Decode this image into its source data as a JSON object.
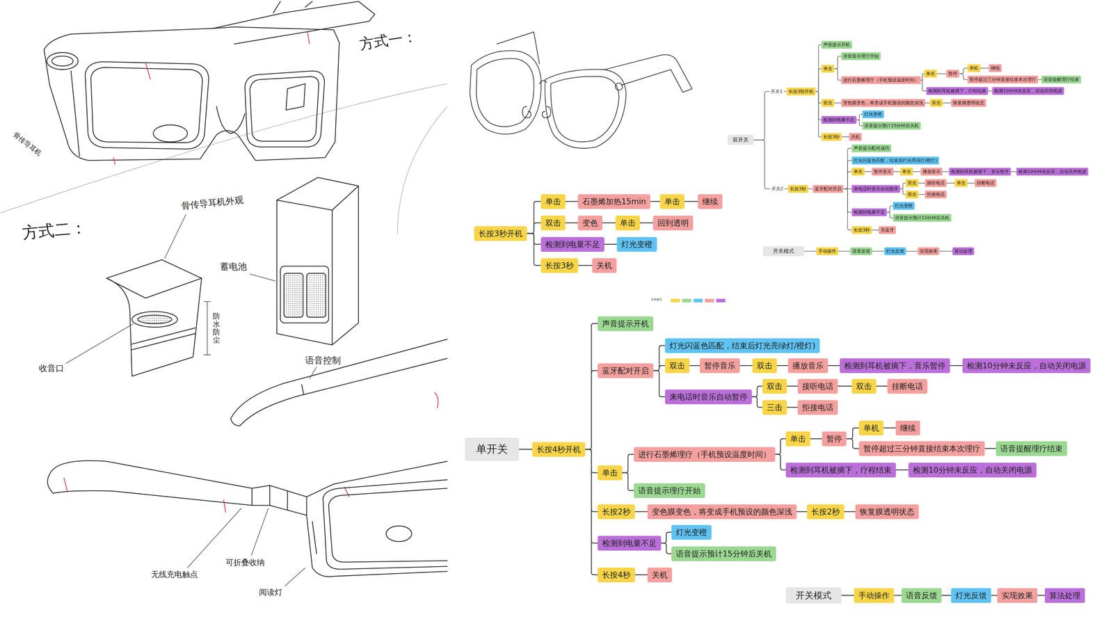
{
  "diagram": {
    "nodes": [
      {
        "text": [
          "双开关"
        ]
      },
      {
        "text": [
          "长按3秒开机"
        ]
      },
      {
        "text": [
          "声音提示开机"
        ]
      },
      {
        "text": [
          "单击"
        ]
      },
      {
        "text": [
          "语音提示理疗开始"
        ]
      },
      {
        "text": [
          "进行石墨烯理疗（手机预设温度时间）"
        ]
      },
      {
        "text": [
          "单击"
        ]
      },
      {
        "text": [
          "暂停"
        ]
      },
      {
        "text": [
          "单机"
        ]
      },
      {
        "text": [
          "继续"
        ]
      },
      {
        "text": [
          "暂停超过三分钟直接结束本次理疗"
        ]
      },
      {
        "text": [
          "语音提醒理疗结束"
        ]
      },
      {
        "text": [
          "检测到耳机被摘下，疗程结束"
        ]
      },
      {
        "text": [
          "检测10分钟未反应，自动关闭电源"
        ]
      },
      {
        "text": [
          "双击"
        ]
      },
      {
        "text": [
          "变色膜变色，将变成手机预设的颜色深浅"
        ]
      },
      {
        "text": [
          "双击"
        ]
      },
      {
        "text": [
          "恢复膜透明状态"
        ]
      },
      {
        "text": [
          "检测到电量不足"
        ]
      },
      {
        "text": [
          "灯光变橙"
        ]
      },
      {
        "text": [
          "语音提示预计15分钟后关机"
        ]
      },
      {
        "text": [
          "长按3秒"
        ]
      },
      {
        "text": [
          "关机"
        ]
      },
      {
        "text": [
          "长按3秒"
        ]
      },
      {
        "text": [
          "蓝牙配对开启"
        ]
      },
      {
        "text": [
          "声音提示配对成功"
        ]
      },
      {
        "text": [
          "灯光闪蓝色匹配，结束后灯光亮绿灯/橙灯)"
        ]
      },
      {
        "text": [
          "单击"
        ]
      },
      {
        "text": [
          "暂停音乐"
        ]
      },
      {
        "text": [
          "单击"
        ]
      },
      {
        "text": [
          "播放音乐"
        ]
      },
      {
        "text": [
          "检测到耳机被摘下，音乐暂停"
        ]
      },
      {
        "text": [
          "检测10分钟未反应，自动关闭电源"
        ]
      },
      {
        "text": [
          "来电话时音乐自动暂停"
        ]
      },
      {
        "text": [
          "双击"
        ]
      },
      {
        "text": [
          "接听电话"
        ]
      },
      {
        "text": [
          "单击"
        ]
      },
      {
        "text": [
          "挂断电话"
        ]
      },
      {
        "text": [
          "双击"
        ]
      },
      {
        "text": [
          "拒接电话"
        ]
      },
      {
        "text": [
          "检测到电量不足"
        ]
      },
      {
        "text": [
          "灯光变橙"
        ]
      },
      {
        "text": [
          "语音提示预计15分钟后关机"
        ]
      },
      {
        "text": [
          "长按3秒"
        ]
      },
      {
        "text": [
          "关蓝牙"
        ]
      },
      {
        "text": [
          "开关模式"
        ]
      },
      {
        "text": [
          "长按3秒开机"
        ]
      },
      {
        "text": [
          "单击"
        ]
      },
      {
        "text": [
          "石墨烯加热15min"
        ]
      },
      {
        "text": [
          "单击"
        ]
      },
      {
        "text": [
          "继续"
        ]
      },
      {
        "text": [
          "双击"
        ]
      },
      {
        "text": [
          "变色"
        ]
      },
      {
        "text": [
          "单击"
        ]
      },
      {
        "text": [
          "回到透明"
        ]
      },
      {
        "text": [
          "检测到电量不足"
        ]
      },
      {
        "text": [
          "灯光变橙"
        ]
      },
      {
        "text": [
          "长按3秒"
        ]
      },
      {
        "text": [
          "关机"
        ]
      },
      {
        "text": [
          "单开关"
        ]
      },
      {
        "text": [
          "长按4秒开机"
        ]
      },
      {
        "text": [
          "声音提示开机"
        ]
      },
      {
        "text": [
          "蓝牙配对开启"
        ]
      },
      {
        "text": [
          "灯光闪蓝色匹配，结束后灯光亮绿灯/橙灯)"
        ]
      },
      {
        "text": [
          "双击"
        ]
      },
      {
        "text": [
          "暂停音乐"
        ]
      },
      {
        "text": [
          "双击"
        ]
      },
      {
        "text": [
          "播放音乐"
        ]
      },
      {
        "text": [
          "检测到耳机被摘下，音乐暂停"
        ]
      },
      {
        "text": [
          "检测10分钟未反应，自动关闭电源"
        ]
      },
      {
        "text": [
          "来电话时音乐自动暂停"
        ]
      },
      {
        "text": [
          "双击"
        ]
      },
      {
        "text": [
          "接听电话"
        ]
      },
      {
        "text": [
          "双击"
        ]
      },
      {
        "text": [
          "挂断电话"
        ]
      },
      {
        "text": [
          "三击"
        ]
      },
      {
        "text": [
          "拒接电话"
        ]
      },
      {
        "text": [
          "单击"
        ]
      },
      {
        "text": [
          "进行石墨烯理疗（手机预设温度时间）"
        ]
      },
      {
        "text": [
          "单击"
        ]
      },
      {
        "text": [
          "暂停"
        ]
      },
      {
        "text": [
          "单机"
        ]
      },
      {
        "text": [
          "继续"
        ]
      },
      {
        "text": [
          "暂停超过三分钟直接结束本次理疗"
        ]
      },
      {
        "text": [
          "语音提醒理疗结束"
        ]
      },
      {
        "text": [
          "检测到耳机被摘下，疗程结束"
        ]
      },
      {
        "text": [
          "检测10分钟未反应，自动关闭电源"
        ]
      },
      {
        "text": [
          "语音提示理疗开始"
        ]
      },
      {
        "text": [
          "长按2秒"
        ]
      },
      {
        "text": [
          "变色膜变色，将变成手机预设的颜色深浅"
        ]
      },
      {
        "text": [
          "长按2秒"
        ]
      },
      {
        "text": [
          "恢复膜透明状态"
        ]
      },
      {
        "text": [
          "检测到电量不足"
        ]
      },
      {
        "text": [
          "灯光变橙"
        ]
      },
      {
        "text": [
          "语音提示预计15分钟后关机"
        ]
      },
      {
        "text": [
          "长按4秒"
        ]
      },
      {
        "text": [
          "关机"
        ]
      },
      {
        "text": [
          "开关模式"
        ]
      }
    ],
    "edges": [
      {
        "from": 0,
        "to": 1,
        "arrow": "none",
        "label": "开关1"
      },
      {
        "from": 1,
        "to": 2,
        "arrow": "none"
      },
      {
        "from": 1,
        "to": 3,
        "arrow": "none"
      },
      {
        "from": 3,
        "to": 4,
        "arrow": "none"
      },
      {
        "from": 3,
        "to": 5,
        "arrow": "none"
      },
      {
        "from": 5,
        "to": 6,
        "arrow": "none"
      },
      {
        "from": 6,
        "to": 7,
        "arrow": "none"
      },
      {
        "from": 7,
        "to": 8,
        "arrow": "none"
      },
      {
        "from": 8,
        "to": 9,
        "arrow": "none"
      },
      {
        "from": 7,
        "to": 10,
        "arrow": "none"
      },
      {
        "from": 10,
        "to": 11,
        "arrow": "none"
      },
      {
        "from": 5,
        "to": 12,
        "arrow": "none"
      },
      {
        "from": 12,
        "to": 13,
        "arrow": "none"
      },
      {
        "from": 1,
        "to": 14,
        "arrow": "none"
      },
      {
        "from": 14,
        "to": 15,
        "arrow": "none"
      },
      {
        "from": 15,
        "to": 16,
        "arrow": "none"
      },
      {
        "from": 16,
        "to": 17,
        "arrow": "none"
      },
      {
        "from": 1,
        "to": 18,
        "arrow": "none"
      },
      {
        "from": 18,
        "to": 19,
        "arrow": "none"
      },
      {
        "from": 18,
        "to": 20,
        "arrow": "none"
      },
      {
        "from": 1,
        "to": 21,
        "arrow": "none"
      },
      {
        "from": 21,
        "to": 22,
        "arrow": "none"
      },
      {
        "from": 0,
        "to": 23,
        "arrow": "none",
        "label": "开关2"
      },
      {
        "from": 23,
        "to": 24,
        "arrow": "none"
      },
      {
        "from": 24,
        "to": 25,
        "arrow": "none"
      },
      {
        "from": 24,
        "to": 26,
        "arrow": "none"
      },
      {
        "from": 24,
        "to": 27,
        "arrow": "none"
      },
      {
        "from": 27,
        "to": 28,
        "arrow": "none"
      },
      {
        "from": 28,
        "to": 29,
        "arrow": "none"
      },
      {
        "from": 29,
        "to": 30,
        "arrow": "none"
      },
      {
        "from": 30,
        "to": 31,
        "arrow": "none"
      },
      {
        "from": 31,
        "to": 32,
        "arrow": "none"
      },
      {
        "from": 24,
        "to": 33,
        "arrow": "none"
      },
      {
        "from": 33,
        "to": 34,
        "arrow": "none"
      },
      {
        "from": 34,
        "to": 35,
        "arrow": "none"
      },
      {
        "from": 35,
        "to": 36,
        "arrow": "none"
      },
      {
        "from": 36,
        "to": 37,
        "arrow": "none"
      },
      {
        "from": 33,
        "to": 38,
        "arrow": "none"
      },
      {
        "from": 38,
        "to": 39,
        "arrow": "none"
      },
      {
        "from": 24,
        "to": 40,
        "arrow": "none"
      },
      {
        "from": 40,
        "to": 41,
        "arrow": "none"
      },
      {
        "from": 40,
        "to": 42,
        "arrow": "none"
      },
      {
        "from": 24,
        "to": 43,
        "arrow": "none"
      },
      {
        "from": 43,
        "to": 44,
        "arrow": "none"
      },
      {
        "from": 46,
        "to": 47,
        "arrow": "none"
      },
      {
        "from": 47,
        "to": 48,
        "arrow": "none"
      },
      {
        "from": 48,
        "to": 49,
        "arrow": "none"
      },
      {
        "from": 49,
        "to": 50,
        "arrow": "none"
      },
      {
        "from": 46,
        "to": 51,
        "arrow": "none"
      },
      {
        "from": 51,
        "to": 52,
        "arrow": "none"
      },
      {
        "from": 52,
        "to": 53,
        "arrow": "none"
      },
      {
        "from": 53,
        "to": 54,
        "arrow": "none"
      },
      {
        "from": 46,
        "to": 55,
        "arrow": "none"
      },
      {
        "from": 55,
        "to": 56,
        "arrow": "none"
      },
      {
        "from": 46,
        "to": 57,
        "arrow": "none"
      },
      {
        "from": 57,
        "to": 58,
        "arrow": "none"
      },
      {
        "from": 59,
        "to": 60,
        "arrow": "none"
      },
      {
        "from": 60,
        "to": 61,
        "arrow": "none"
      },
      {
        "from": 60,
        "to": 62,
        "arrow": "none"
      },
      {
        "from": 62,
        "to": 63,
        "arrow": "none"
      },
      {
        "from": 62,
        "to": 64,
        "arrow": "none"
      },
      {
        "from": 64,
        "to": 65,
        "arrow": "none"
      },
      {
        "from": 65,
        "to": 66,
        "arrow": "none"
      },
      {
        "from": 66,
        "to": 67,
        "arrow": "none"
      },
      {
        "from": 67,
        "to": 68,
        "arrow": "none"
      },
      {
        "from": 68,
        "to": 69,
        "arrow": "none"
      },
      {
        "from": 62,
        "to": 70,
        "arrow": "none"
      },
      {
        "from": 70,
        "to": 71,
        "arrow": "none"
      },
      {
        "from": 71,
        "to": 72,
        "arrow": "none"
      },
      {
        "from": 72,
        "to": 73,
        "arrow": "none"
      },
      {
        "from": 73,
        "to": 74,
        "arrow": "none"
      },
      {
        "from": 70,
        "to": 75,
        "arrow": "none"
      },
      {
        "from": 75,
        "to": 76,
        "arrow": "none"
      },
      {
        "from": 60,
        "to": 77,
        "arrow": "none"
      },
      {
        "from": 77,
        "to": 78,
        "arrow": "none"
      },
      {
        "from": 78,
        "to": 79,
        "arrow": "none"
      },
      {
        "from": 79,
        "to": 80,
        "arrow": "none"
      },
      {
        "from": 80,
        "to": 81,
        "arrow": "none"
      },
      {
        "from": 81,
        "to": 82,
        "arrow": "none"
      },
      {
        "from": 80,
        "to": 83,
        "arrow": "none"
      },
      {
        "from": 83,
        "to": 84,
        "arrow": "none"
      },
      {
        "from": 78,
        "to": 85,
        "arrow": "none"
      },
      {
        "from": 85,
        "to": 86,
        "arrow": "none"
      },
      {
        "from": 77,
        "to": 87,
        "arrow": "none"
      },
      {
        "from": 60,
        "to": 88,
        "arrow": "none"
      },
      {
        "from": 88,
        "to": 89,
        "arrow": "none"
      },
      {
        "from": 89,
        "to": 90,
        "arrow": "none"
      },
      {
        "from": 90,
        "to": 91,
        "arrow": "none"
      },
      {
        "from": 60,
        "to": 92,
        "arrow": "none"
      },
      {
        "from": 92,
        "to": 93,
        "arrow": "none"
      },
      {
        "from": 92,
        "to": 94,
        "arrow": "none"
      },
      {
        "from": 60,
        "to": 95,
        "arrow": "none"
      },
      {
        "from": 95,
        "to": 96,
        "arrow": "none"
      }
    ],
    "labels": [
      "方式一：",
      "方式二：",
      "骨传导耳机",
      "骨传导耳机外观",
      "蓄电池",
      "防水防尘",
      "收音口",
      "语音控制",
      "无线充电触点",
      "可折叠收纳",
      "阅读灯",
      "开关模式"
    ],
    "legend": [
      {
        "text": "手动操作",
        "color": "#f8d548"
      },
      {
        "text": "语音反馈",
        "color": "#9bd892"
      },
      {
        "text": "灯光反馈",
        "color": "#5fc2f2"
      },
      {
        "text": "实现效果",
        "color": "#f4a09e"
      },
      {
        "text": "算法处理",
        "color": "#ba6fd9"
      },
      {
        "text": "手动操作",
        "color": "#f8d548"
      },
      {
        "text": "语音反馈",
        "color": "#9bd892"
      },
      {
        "text": "灯光反馈",
        "color": "#5fc2f2"
      },
      {
        "text": "实现效果",
        "color": "#f4a09e"
      },
      {
        "text": "算法处理",
        "color": "#ba6fd9"
      }
    ]
  }
}
